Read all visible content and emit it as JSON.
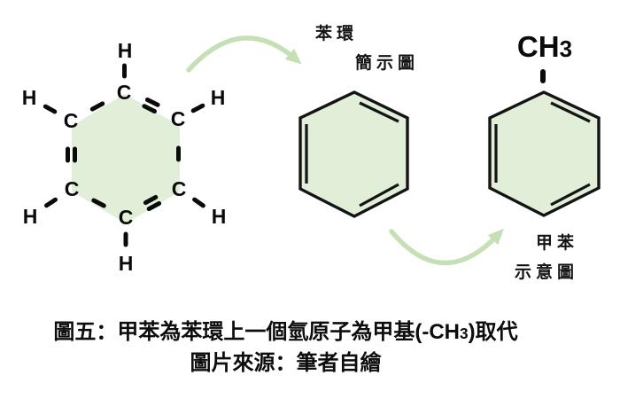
{
  "molecule": {
    "carbon": "C",
    "hydrogen": "H",
    "methyl_main": "CH",
    "methyl_sub": "3"
  },
  "labels": {
    "benzene_line1": "苯環",
    "benzene_line2": "簡示圖",
    "toluene_line1": "甲苯",
    "toluene_line2": "示意圖"
  },
  "caption": {
    "line1_pre": "圖五：甲苯為苯環上一個氫原子為甲基(-CH",
    "line1_sub": "3",
    "line1_post": ")取代",
    "line2": "圖片來源：筆者自繪"
  },
  "colors": {
    "ring_fill": "#e1efd9",
    "outline_black": "#141414",
    "bond_black": "#0a0a0a",
    "arrow_green": "#c5e0b4"
  }
}
